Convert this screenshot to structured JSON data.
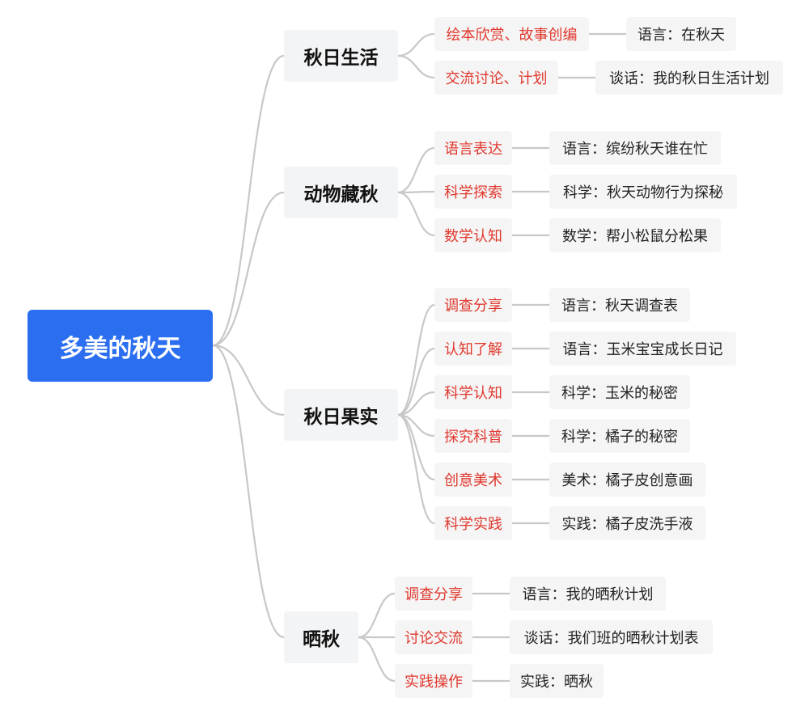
{
  "colors": {
    "root_bg": "#2b6ff0",
    "root_text": "#ffffff",
    "branch_bg": "#f3f4f6",
    "sub_text": "#e0382e",
    "leaf_text": "#222222",
    "line": "#c8c8c8"
  },
  "root": {
    "label": "多美的秋天"
  },
  "branches": [
    {
      "label": "秋日生活",
      "children": [
        {
          "label": "绘本欣赏、故事创编",
          "leaf": "语言：在秋天"
        },
        {
          "label": "交流讨论、计划",
          "leaf": "谈话：我的秋日生活计划"
        }
      ]
    },
    {
      "label": "动物藏秋",
      "children": [
        {
          "label": "语言表达",
          "leaf": "语言：缤纷秋天谁在忙"
        },
        {
          "label": "科学探索",
          "leaf": "科学：秋天动物行为探秘"
        },
        {
          "label": "数学认知",
          "leaf": "数学：帮小松鼠分松果"
        }
      ]
    },
    {
      "label": "秋日果实",
      "children": [
        {
          "label": "调查分享",
          "leaf": "语言：秋天调查表"
        },
        {
          "label": "认知了解",
          "leaf": "语言：玉米宝宝成长日记"
        },
        {
          "label": "科学认知",
          "leaf": "科学：玉米的秘密"
        },
        {
          "label": "探究科普",
          "leaf": "科学：橘子的秘密"
        },
        {
          "label": "创意美术",
          "leaf": "美术：橘子皮创意画"
        },
        {
          "label": "科学实践",
          "leaf": "实践：橘子皮洗手液"
        }
      ]
    },
    {
      "label": "晒秋",
      "children": [
        {
          "label": "调查分享",
          "leaf": "语言：我的晒秋计划"
        },
        {
          "label": "讨论交流",
          "leaf": "谈话：我们班的晒秋计划表"
        },
        {
          "label": "实践操作",
          "leaf": "实践：晒秋"
        }
      ]
    }
  ]
}
